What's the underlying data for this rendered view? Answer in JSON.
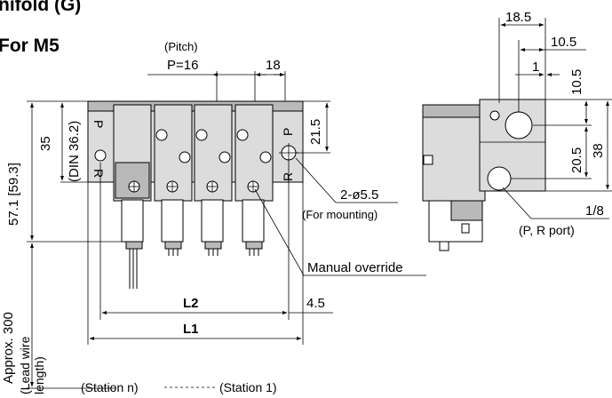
{
  "header": {
    "title_partial": "nifold (G)",
    "subtitle": "For M5"
  },
  "front_view": {
    "pitch_caption": "(Pitch)",
    "pitch_dim": "P=16",
    "end_dim": "18",
    "height_total": "57.1 [59.3]",
    "height_body": "35",
    "height_din": "(DIN 36.2)",
    "port_label_p": "P",
    "port_label_r": "R",
    "right_height": "21.5",
    "mounting_hole": "2-ø5.5",
    "mounting_note": "(For mounting)",
    "manual_override": "Manual override",
    "l2": "L2",
    "l1": "L1",
    "offset": "4.5",
    "lead_wire_1": "Approx. 300",
    "lead_wire_2": "(Lead wire",
    "lead_wire_3": "length)",
    "station_left": "(Station n)",
    "station_right": "(Station 1)"
  },
  "side_view": {
    "width_top": "18.5",
    "dim_10_5_h": "10.5",
    "dim_1": "1",
    "dim_10_5_v": "10.5",
    "dim_20_5": "20.5",
    "dim_38": "38",
    "port_size": "1/8",
    "port_note": "(P, R port)"
  }
}
